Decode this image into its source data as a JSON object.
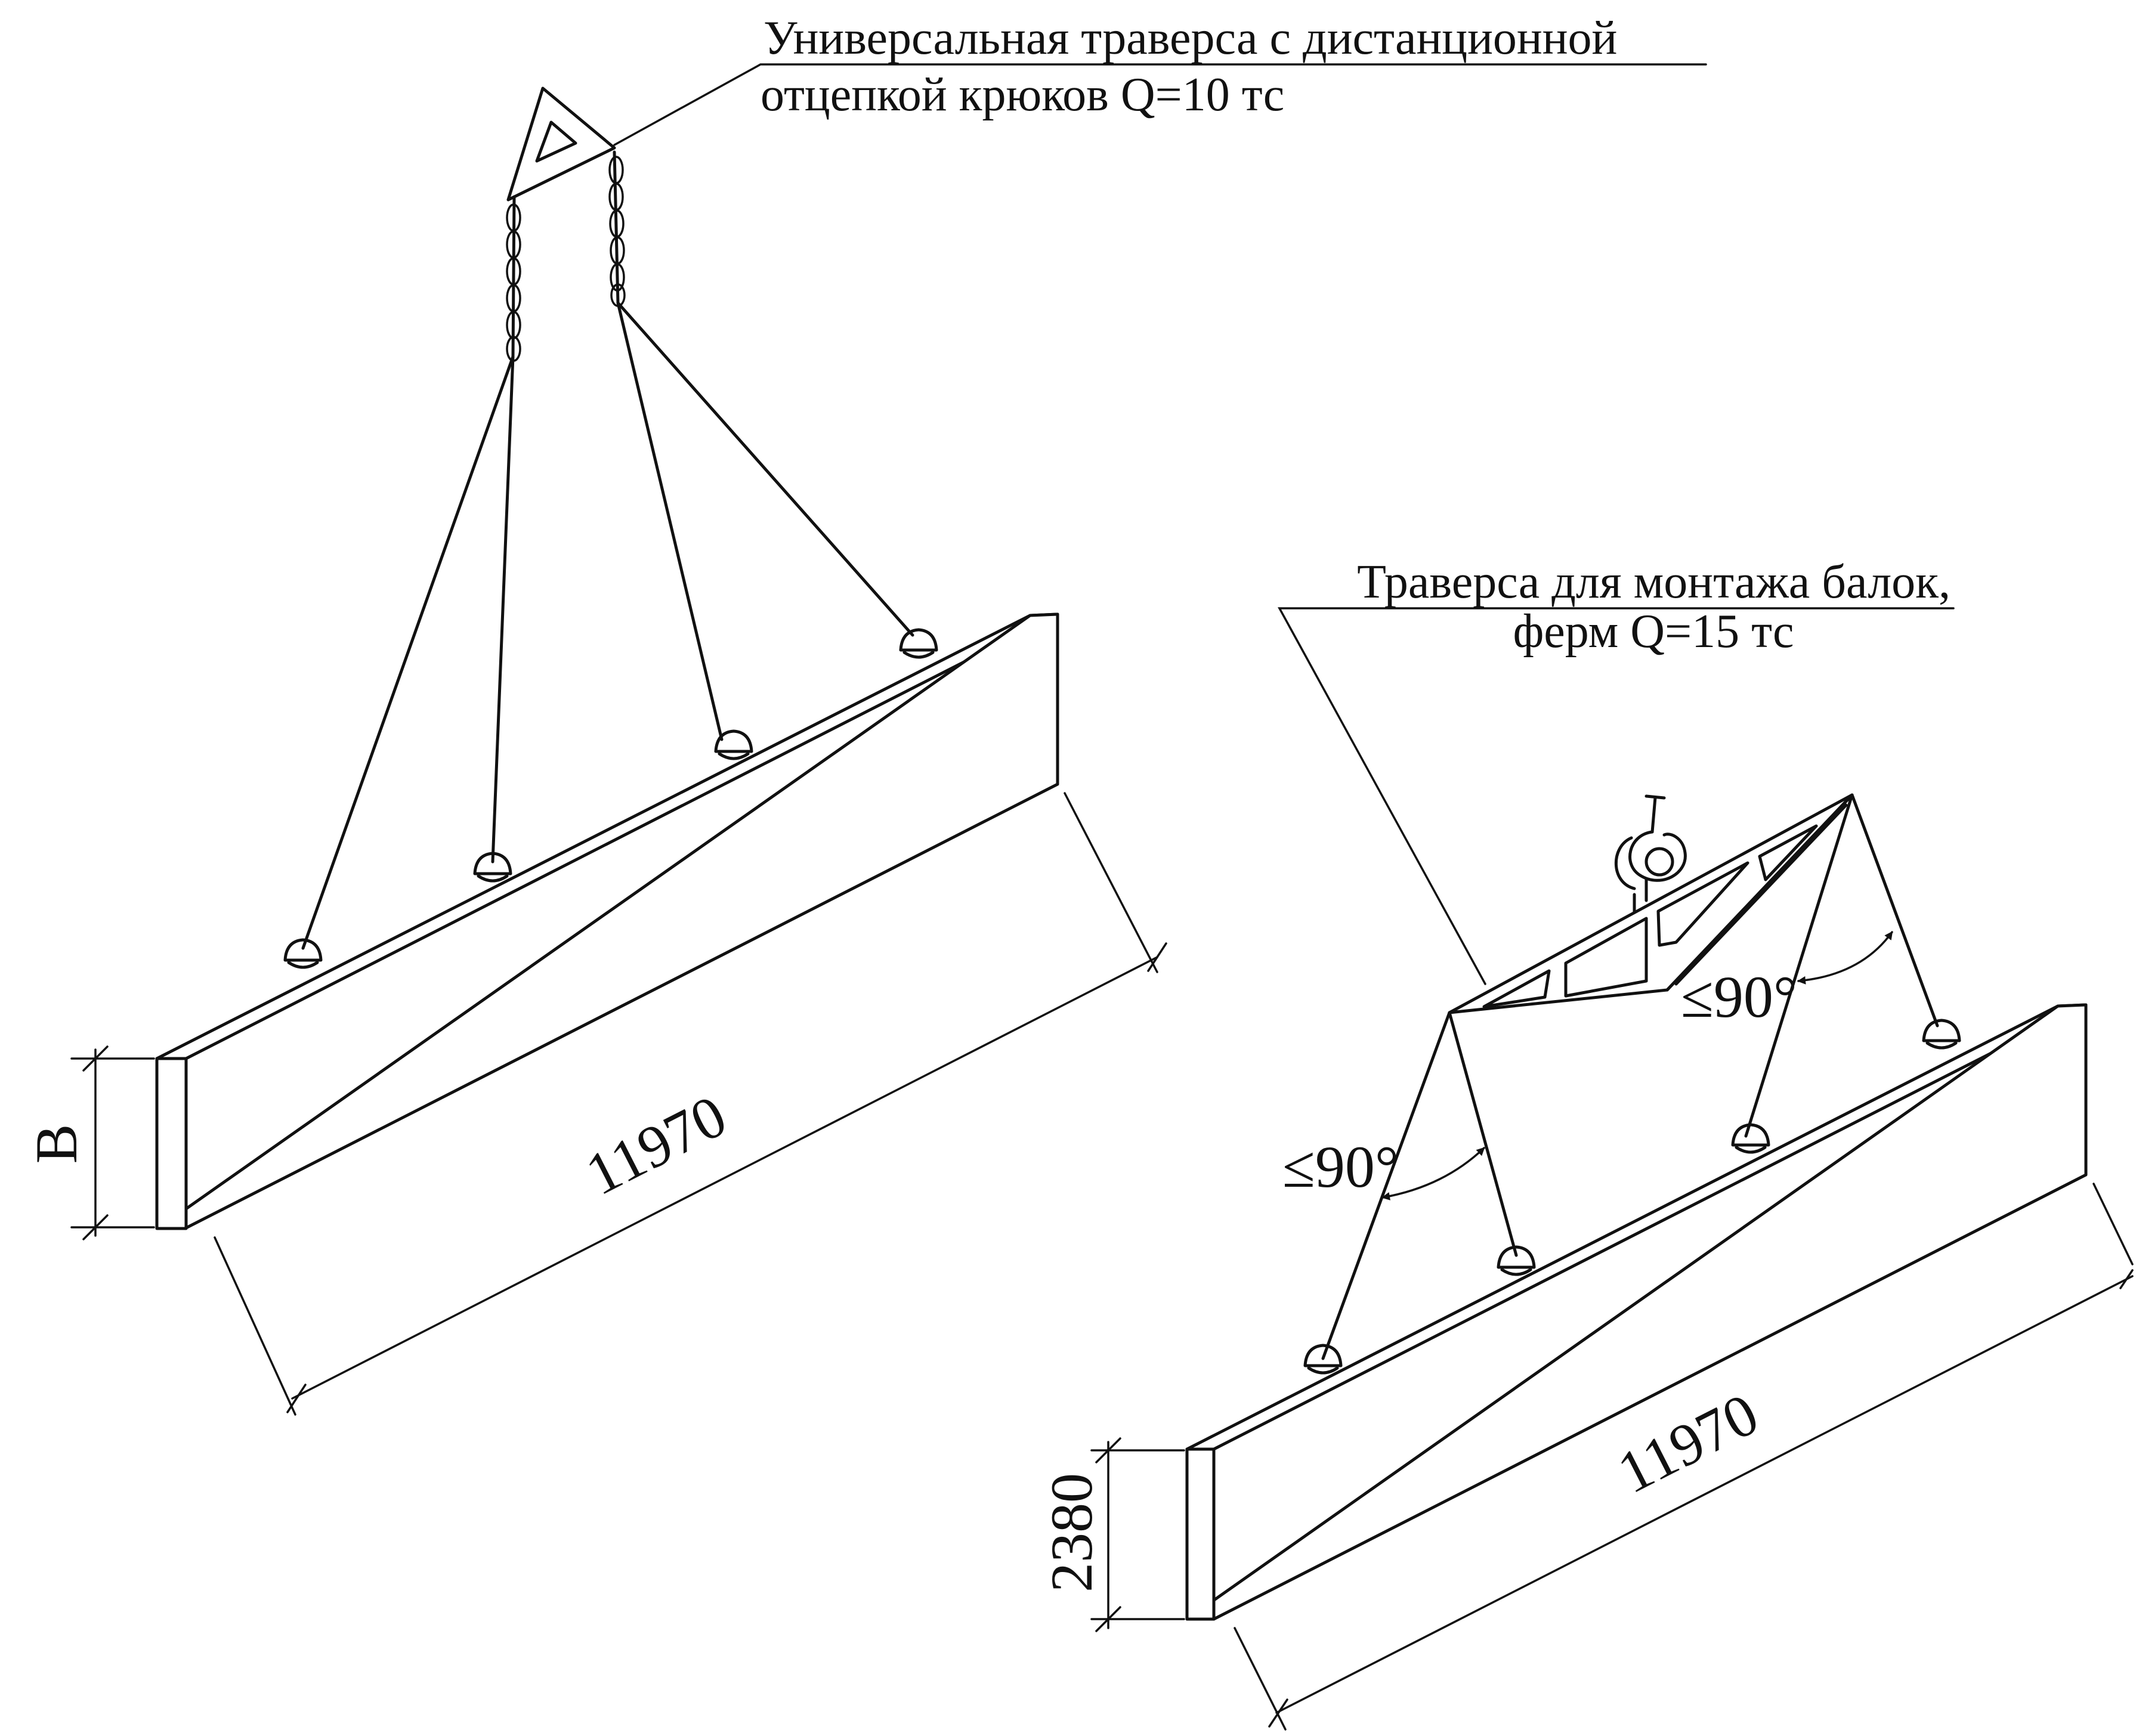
{
  "callouts": {
    "left": {
      "line1": "Универсальная траверса с дистанционной",
      "line2": "отцепкой крюков Q=10 тс"
    },
    "right": {
      "line1": "Траверса для монтажа балок,",
      "line2": "ферм Q=15 тс"
    }
  },
  "dimensions": {
    "left_length": "11970",
    "left_height": "B",
    "right_length": "11970",
    "right_height": "2380"
  },
  "angles": {
    "left": "≤90°",
    "right": "≤90°"
  }
}
